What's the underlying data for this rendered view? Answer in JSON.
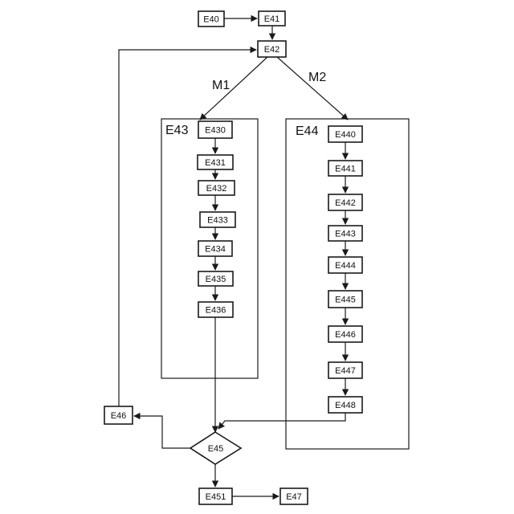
{
  "diagram": {
    "nodes": {
      "e40": "E40",
      "e41": "E41",
      "e42": "E42",
      "e43": "E43",
      "e430": "E430",
      "e431": "E431",
      "e432": "E432",
      "e433": "E433",
      "e434": "E434",
      "e435": "E435",
      "e436": "E436",
      "e44": "E44",
      "e440": "E440",
      "e441": "E441",
      "e442": "E442",
      "e443": "E443",
      "e444": "E444",
      "e445": "E445",
      "e446": "E446",
      "e447": "E447",
      "e448": "E448",
      "e45": "E45",
      "e46": "E46",
      "e451": "E451",
      "e47": "E47"
    },
    "branch_labels": {
      "m1": "M1",
      "m2": "M2"
    }
  }
}
